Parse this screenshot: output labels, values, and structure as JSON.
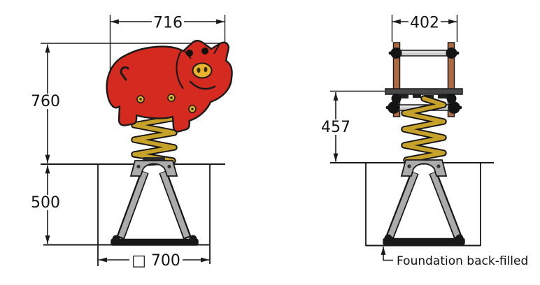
{
  "drawing": {
    "left_view": {
      "width_dim": "716",
      "height_dim": "760",
      "foundation_depth_dim": "500",
      "foundation_width_dim": "□ 700"
    },
    "right_view": {
      "width_dim": "402",
      "seat_height_dim": "457",
      "foundation_note": "Foundation back-filled"
    },
    "colors": {
      "pig_body": "#d42a1f",
      "snout": "#e9b42c",
      "bolt": "#ddb82a",
      "spring": "#c7a22a",
      "post": "#b06a42",
      "bar": "#cccccc",
      "frame": "#ababab",
      "base_plate": "#181818",
      "line": "#1a1a1a"
    }
  }
}
